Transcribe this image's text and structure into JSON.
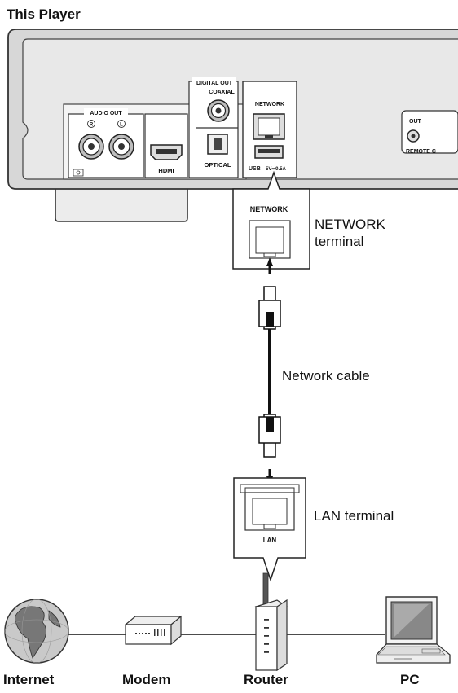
{
  "title": "This Player",
  "player_panel": {
    "audio_out": "AUDIO OUT",
    "audio_r": "R",
    "audio_l": "L",
    "hdmi": "HDMI",
    "digital_out": "DIGITAL OUT",
    "coaxial": "COAXIAL",
    "optical": "OPTICAL",
    "network": "NETWORK",
    "usb": "USB",
    "usb_rating": "5V⎓0.5A",
    "remote_out": "OUT",
    "remote_control": "REMOTE C"
  },
  "network_terminal": {
    "plate_label": "NETWORK",
    "callout_line1": "NETWORK",
    "callout_line2": "terminal"
  },
  "cable": {
    "callout": "Network cable"
  },
  "lan_terminal": {
    "plate_label": "LAN",
    "callout": "LAN terminal"
  },
  "devices": {
    "internet": "Internet",
    "modem": "Modem",
    "router": "Router",
    "pc": "PC"
  },
  "icons": [
    "globe-icon",
    "modem-icon",
    "router-icon",
    "pc-icon",
    "arrow-up-icon",
    "arrow-down-icon",
    "plug-icon"
  ]
}
